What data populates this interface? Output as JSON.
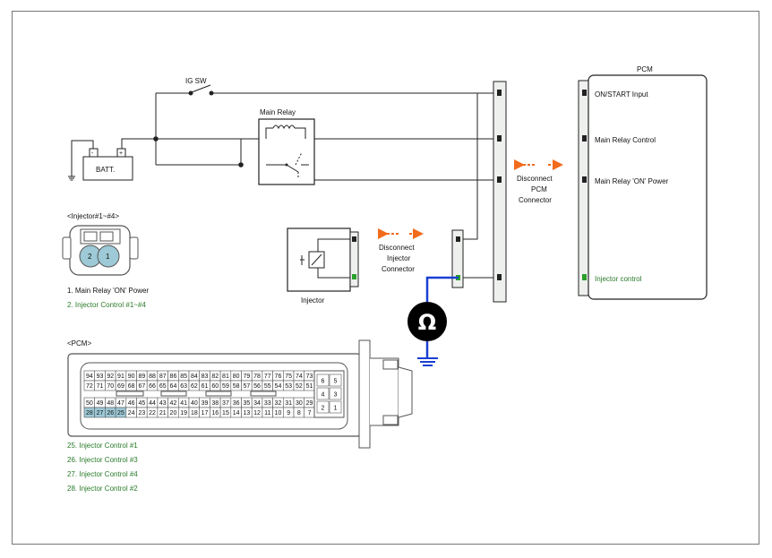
{
  "labels": {
    "ig_sw": "IG SW",
    "batt": "BATT.",
    "main_relay": "Main Relay",
    "injector": "Injector",
    "disconnect_injector": [
      "Disconnect",
      "Injector",
      "Connector"
    ],
    "disconnect_pcm": [
      "Disconnect",
      "PCM",
      "Connector"
    ],
    "pcm_title": "PCM",
    "pcm_pins": [
      "ON/START Input",
      "Main Relay Control",
      "Main Relay 'ON' Power",
      "Injector control"
    ],
    "injector_conn_title": "<Injector#1~#4>",
    "injector_conn_pins": [
      "2",
      "1"
    ],
    "injector_conn_list": [
      "1.   Main Relay 'ON' Power",
      "2. Injector Control #1~#4"
    ],
    "pcm_conn_title": "<PCM>",
    "pcm_conn_list": [
      "25. Injector Control #1",
      "26. Injector Control #3",
      "27. Injector Control #4",
      "28. Injector Control #2"
    ],
    "ohm": "Ω",
    "batt_minus": "-",
    "batt_plus": "+"
  },
  "pcm_connector": {
    "row1": [
      "94",
      "93",
      "92",
      "91",
      "90",
      "89",
      "88",
      "87",
      "86",
      "85",
      "84",
      "83",
      "82",
      "81",
      "80",
      "79",
      "78",
      "77",
      "76",
      "75",
      "74",
      "73"
    ],
    "row2": [
      "72",
      "71",
      "70",
      "69",
      "68",
      "67",
      "66",
      "65",
      "64",
      "63",
      "62",
      "61",
      "60",
      "59",
      "58",
      "57",
      "56",
      "55",
      "54",
      "53",
      "52",
      "51"
    ],
    "row3": [
      "50",
      "49",
      "48",
      "47",
      "46",
      "45",
      "44",
      "43",
      "42",
      "41",
      "40",
      "39",
      "38",
      "37",
      "36",
      "35",
      "34",
      "33",
      "32",
      "31",
      "30",
      "29"
    ],
    "row4": [
      "28",
      "27",
      "26",
      "25",
      "24",
      "23",
      "22",
      "21",
      "20",
      "19",
      "18",
      "17",
      "16",
      "15",
      "14",
      "13",
      "12",
      "11",
      "10",
      "9",
      "8",
      "7"
    ],
    "highlighted": [
      "28",
      "27",
      "26",
      "25"
    ],
    "small": [
      [
        "6",
        "5"
      ],
      [
        "4",
        "3"
      ],
      [
        "2",
        "1"
      ]
    ]
  },
  "colors": {
    "line": "#222222",
    "highlight_pin": "#9ec9d6",
    "ground_wire": "#1a3fd1",
    "arrow": "#f26a1b",
    "green_text": "#2a7a2a",
    "green_pin": "#2aa02a",
    "conn_fill": "#eef0ee"
  }
}
